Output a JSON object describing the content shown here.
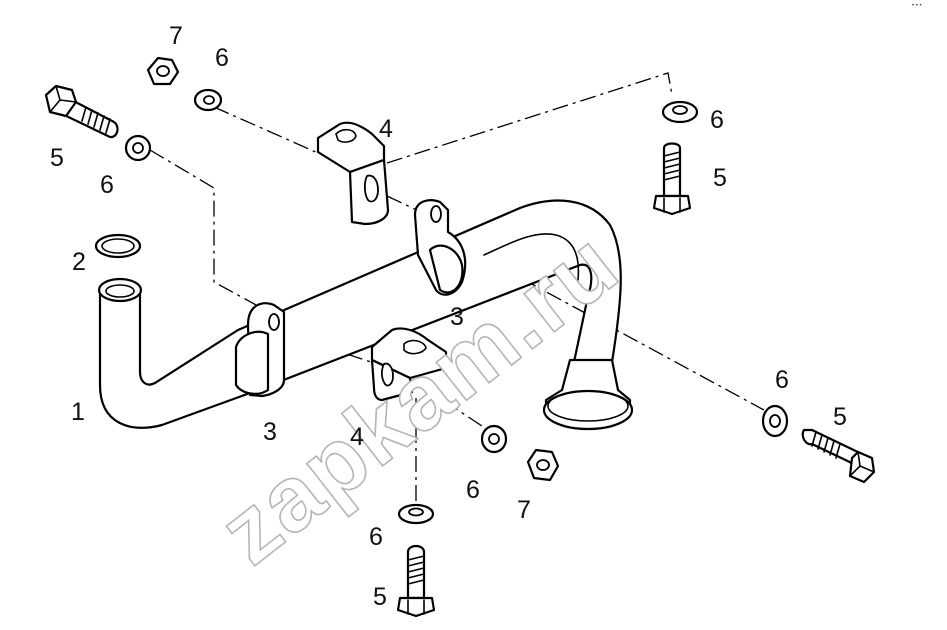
{
  "diagram": {
    "callouts": [
      {
        "id": "c7a",
        "text": "7"
      },
      {
        "id": "c6a",
        "text": "6"
      },
      {
        "id": "c5a",
        "text": "5"
      },
      {
        "id": "c6b",
        "text": "6"
      },
      {
        "id": "c2",
        "text": "2"
      },
      {
        "id": "c1",
        "text": "1"
      },
      {
        "id": "c4a",
        "text": "4"
      },
      {
        "id": "c6c",
        "text": "6"
      },
      {
        "id": "c5b",
        "text": "5"
      },
      {
        "id": "c3a",
        "text": "3"
      },
      {
        "id": "c3b",
        "text": "3"
      },
      {
        "id": "c4b",
        "text": "4"
      },
      {
        "id": "c6d",
        "text": "6"
      },
      {
        "id": "c5c",
        "text": "5"
      },
      {
        "id": "c6e",
        "text": "6"
      },
      {
        "id": "c7b",
        "text": "7"
      },
      {
        "id": "c6f",
        "text": "6"
      },
      {
        "id": "c5d",
        "text": "5"
      }
    ],
    "watermark": "zapkam.ru",
    "corner_mark": "• • •"
  },
  "colors": {
    "ink": "#000000",
    "background": "#ffffff",
    "watermark_stroke": "#b5b5b5",
    "corner_mark": "#2a3fc6"
  }
}
